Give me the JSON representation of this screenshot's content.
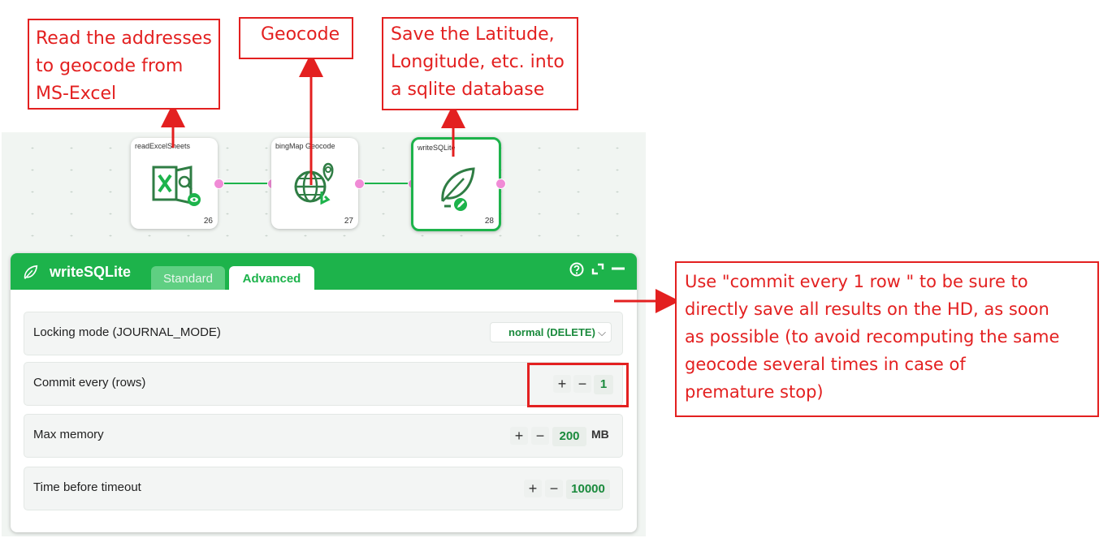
{
  "nodes": [
    {
      "title": "readExcelSheets",
      "number": "26",
      "icon": "excel-read-icon"
    },
    {
      "title": "bingMap Geocode",
      "number": "27",
      "icon": "globe-location-icon"
    },
    {
      "title": "writeSQLite",
      "number": "28",
      "icon": "feather-edit-icon"
    }
  ],
  "panel": {
    "title": "writeSQLite",
    "tabs": [
      "Standard",
      "Advanced"
    ],
    "active_tab": "Advanced",
    "header_icons": [
      "help-icon",
      "expand-icon",
      "minimize-icon"
    ],
    "fields": {
      "locking": {
        "label": "Locking mode (JOURNAL_MODE)",
        "value": "normal (DELETE)"
      },
      "commit": {
        "label": "Commit every (rows)",
        "value": "1"
      },
      "memory": {
        "label": "Max memory",
        "value": "200",
        "unit": "MB"
      },
      "timeout": {
        "label": "Time before timeout",
        "value": "10000"
      }
    },
    "stepper_plus": "+",
    "stepper_minus": "−",
    "chevron": "⌵"
  },
  "annotations": {
    "read": [
      "Read the addresses",
      "to geocode from",
      "MS-Excel"
    ],
    "geocode": [
      "Geocode"
    ],
    "save": [
      "Save the Latitude,",
      "Longitude, etc. into",
      "a sqlite database"
    ],
    "commit": [
      "Use \"commit every 1 row \" to be sure to",
      "directly save all results on the HD, as soon",
      "as possible (to avoid recomputing the same",
      "geocode several times in case of",
      "premature stop)"
    ]
  },
  "colors": {
    "accent": "#1db34b",
    "annotation": "#e32020",
    "port": "#f08bd6"
  }
}
